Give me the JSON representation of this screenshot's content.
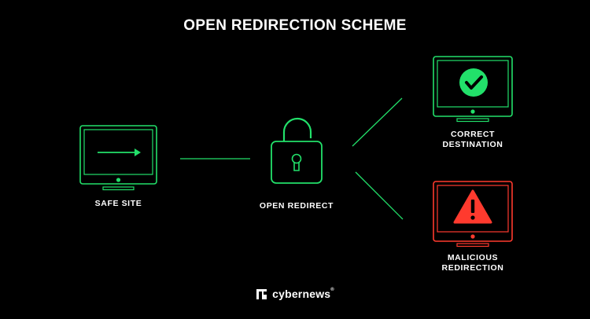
{
  "title": "OPEN REDIRECTION SCHEME",
  "nodes": {
    "safe_site": {
      "label": "SAFE SITE"
    },
    "open_redirect": {
      "label": "OPEN REDIRECT"
    },
    "correct_destination": {
      "label_line1": "CORRECT",
      "label_line2": "DESTINATION"
    },
    "malicious_redirection": {
      "label_line1": "MALICIOUS",
      "label_line2": "REDIRECTION"
    }
  },
  "icons": {
    "safe_site": "monitor-arrow-icon",
    "open_redirect": "unlocked-padlock-icon",
    "correct_destination": "monitor-checkmark-icon",
    "malicious_redirection": "monitor-warning-icon",
    "brand": "cybernews-logo-icon"
  },
  "brand": {
    "name": "cybernews",
    "mark": "®"
  },
  "colors": {
    "background": "#000000",
    "safe": "#22e06a",
    "danger": "#ff3a2e",
    "text": "#ffffff"
  }
}
